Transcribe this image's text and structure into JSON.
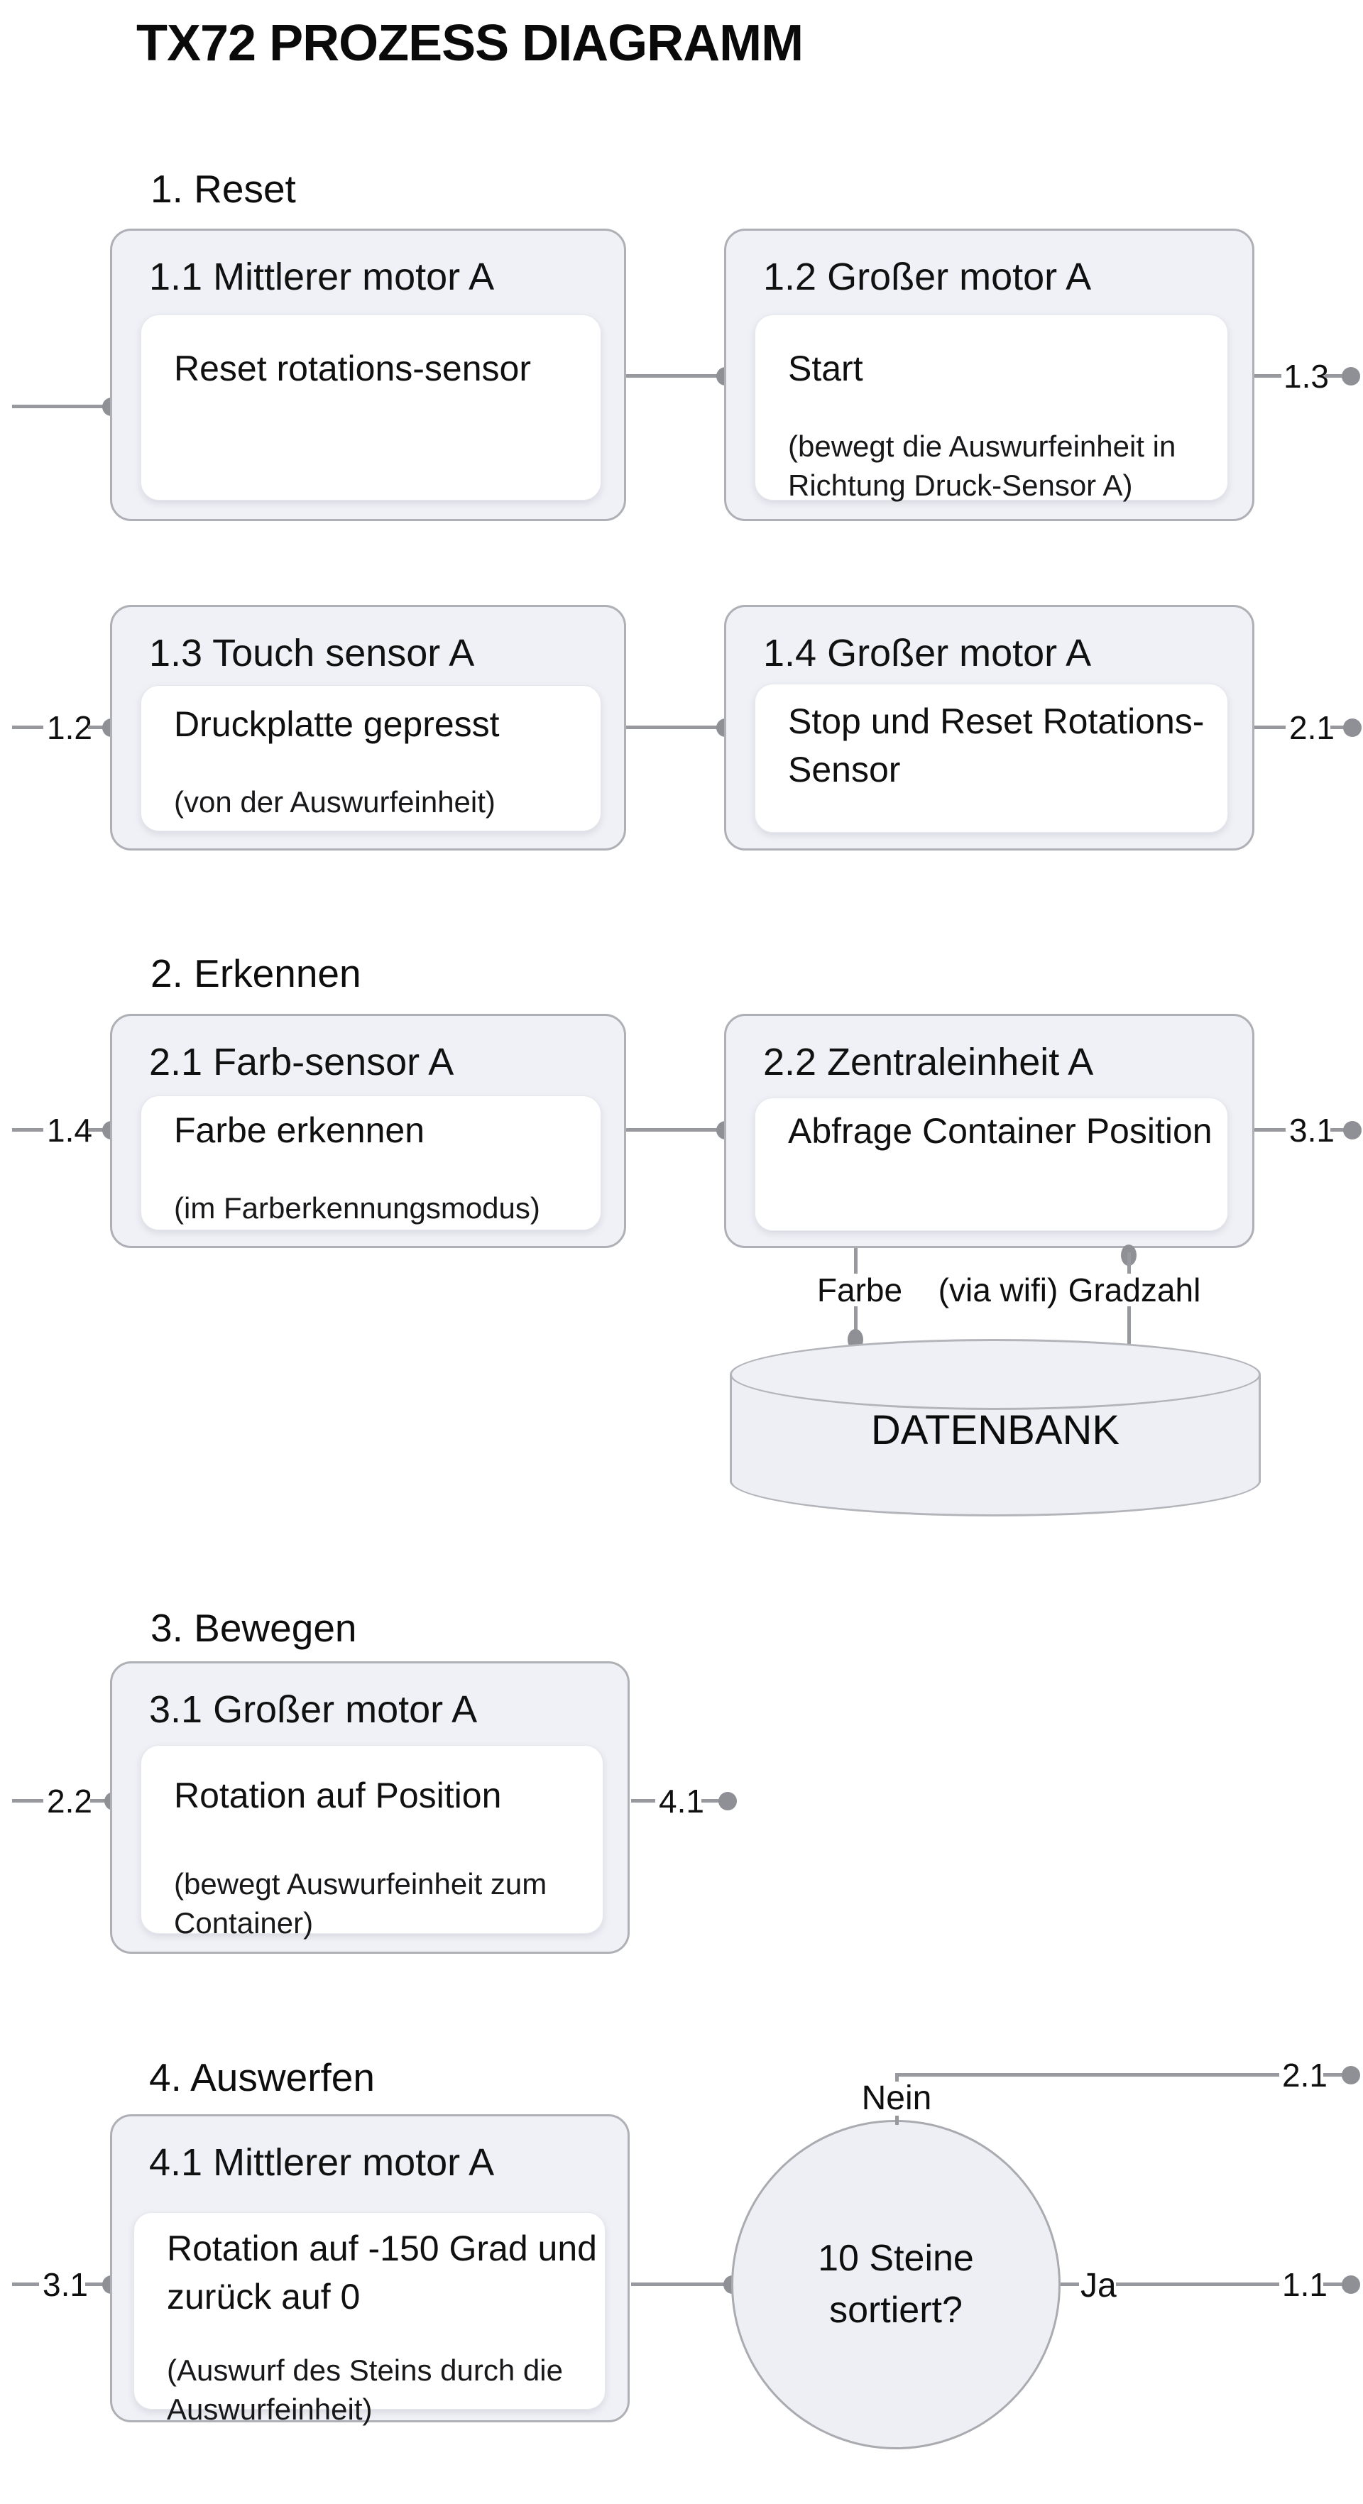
{
  "page_title": "TX72 PROZESS DIAGRAMM",
  "sections": {
    "reset": {
      "heading": "1. Reset",
      "box11": {
        "title": "1.1 Mittlerer motor A",
        "body": "Reset rotations-sensor"
      },
      "box12": {
        "title": "1.2 Großer motor A",
        "body": "Start",
        "note": "(bewegt die Auswurfeinheit in\nRichtung Druck-Sensor A)"
      },
      "box13": {
        "title": "1.3 Touch sensor A",
        "body": "Druckplatte gepresst",
        "note": "(von der Auswurfeinheit)"
      },
      "box14": {
        "title": "1.4 Großer motor A",
        "body": "Stop und Reset Rotations-\nSensor"
      }
    },
    "erkennen": {
      "heading": "2. Erkennen",
      "box21": {
        "title": "2.1 Farb-sensor A",
        "body": "Farbe erkennen",
        "note": "(im Farberkennungsmodus)"
      },
      "box22": {
        "title": "2.2 Zentraleinheit A",
        "body": "Abfrage Container Position"
      }
    },
    "bewegen": {
      "heading": "3. Bewegen",
      "box31": {
        "title": "3.1 Großer motor A",
        "body": "Rotation auf Position",
        "note": "(bewegt Auswurfeinheit zum\nContainer)"
      }
    },
    "auswerfen": {
      "heading": "4. Auswerfen",
      "box41": {
        "title": "4.1 Mittlerer motor A",
        "body": "Rotation auf -150 Grad und\nzurück auf 0",
        "note": "(Auswurf des Steins durch die\nAuswurfeinheit)"
      }
    }
  },
  "refs": {
    "row1_out": "1.3",
    "row2_in": "1.2",
    "row2_out": "2.1",
    "row3_in": "1.4",
    "row3_out": "3.1",
    "row4_in": "2.2",
    "row4_out": "4.1",
    "row5_in": "3.1",
    "nein_target": "2.1",
    "ja_target": "1.1"
  },
  "database": {
    "label": "DATENBANK",
    "farbe_label": "Farbe",
    "wifi_label": "(via wifi)",
    "gradzahl_label": "Gradzahl"
  },
  "decision": {
    "question": "10 Steine\nsortiert?",
    "no_label": "Nein",
    "yes_label": "Ja"
  },
  "colors": {
    "box_fill": "#f0f1f7",
    "box_border": "#aeb0b6",
    "line": "#97999e",
    "dot": "#8e9095",
    "shape_fill": "#edeff5",
    "text": "#121212"
  }
}
